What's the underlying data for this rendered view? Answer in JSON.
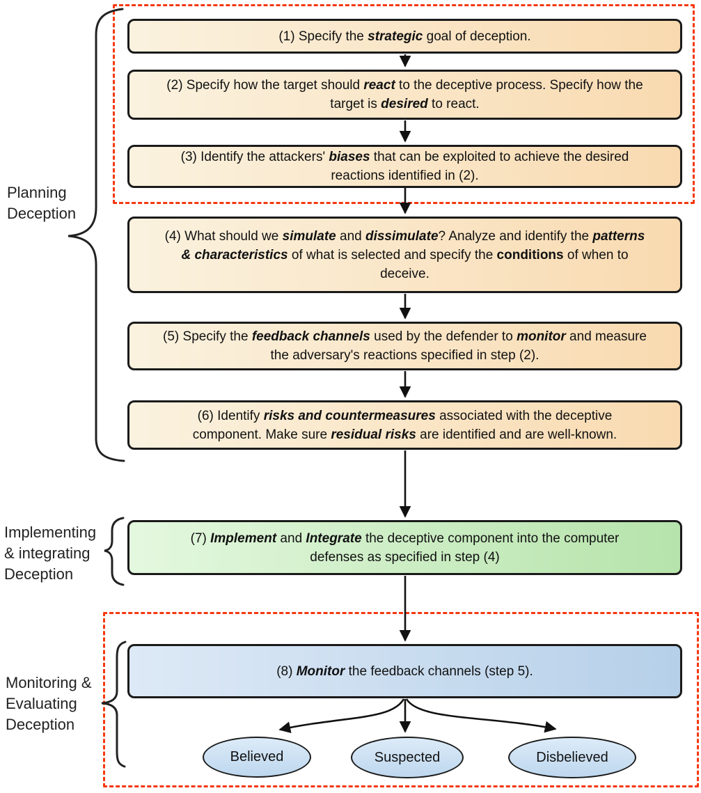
{
  "palette": {
    "box_border": "#1a1a1a",
    "red_dashed": "#f5380f",
    "orange_left": "#faf2df",
    "orange_right": "#f9dab0",
    "green_left": "#e4f8df",
    "green_right": "#b6e3ab",
    "blue_left": "#dde9f6",
    "blue_right": "#b6d0e9",
    "ellipse_top": "#dcebf8",
    "ellipse_bottom": "#bed7ee",
    "arrow_color": "#111111",
    "brace_color": "#222222"
  },
  "groups": [
    {
      "name": "planning",
      "lines": [
        "Planning",
        "Deception"
      ]
    },
    {
      "name": "implementing",
      "lines": [
        "Implementing",
        "& integrating",
        "Deception"
      ]
    },
    {
      "name": "monitoring",
      "lines": [
        "Monitoring &",
        "Evaluating",
        "Deception"
      ]
    }
  ],
  "steps": [
    {
      "id": 1,
      "color": "orange",
      "segments": [
        {
          "t": "(1) Specify the "
        },
        {
          "t": "strategic",
          "s": "bi"
        },
        {
          "t": " goal of deception."
        }
      ]
    },
    {
      "id": 2,
      "color": "orange",
      "segments": [
        {
          "t": "(2) Specify how the target should "
        },
        {
          "t": "react",
          "s": "bi"
        },
        {
          "t": " to the deceptive process. Specify how the target is "
        },
        {
          "t": "desired",
          "s": "bi"
        },
        {
          "t": " to react."
        }
      ]
    },
    {
      "id": 3,
      "color": "orange",
      "segments": [
        {
          "t": "(3) Identify the attackers' "
        },
        {
          "t": "biases",
          "s": "bi"
        },
        {
          "t": " that can be exploited to achieve the desired reactions identified in (2)."
        }
      ]
    },
    {
      "id": 4,
      "color": "orange",
      "segments": [
        {
          "t": "(4) What should we "
        },
        {
          "t": "simulate",
          "s": "bi"
        },
        {
          "t": " and "
        },
        {
          "t": "dissimulate",
          "s": "bi"
        },
        {
          "t": "? Analyze and identify the "
        },
        {
          "t": "patterns & characteristics",
          "s": "bi"
        },
        {
          "t": " of what is selected and specify the "
        },
        {
          "t": "conditions",
          "s": "b"
        },
        {
          "t": " of when to deceive."
        }
      ]
    },
    {
      "id": 5,
      "color": "orange",
      "segments": [
        {
          "t": "(5) Specify the "
        },
        {
          "t": "feedback channels",
          "s": "bi"
        },
        {
          "t": " used by the defender to "
        },
        {
          "t": "monitor",
          "s": "bi"
        },
        {
          "t": " and measure the adversary's reactions specified in step (2)."
        }
      ]
    },
    {
      "id": 6,
      "color": "orange",
      "segments": [
        {
          "t": "(6) Identify "
        },
        {
          "t": "risks and countermeasures",
          "s": "bi"
        },
        {
          "t": " associated with the deceptive component. Make sure "
        },
        {
          "t": "residual risks",
          "s": "bi"
        },
        {
          "t": " are identified and are well-known."
        }
      ]
    },
    {
      "id": 7,
      "color": "green",
      "segments": [
        {
          "t": "(7) "
        },
        {
          "t": "Implement",
          "s": "bi"
        },
        {
          "t": " and "
        },
        {
          "t": "Integrate",
          "s": "bi"
        },
        {
          "t": " the deceptive component into the computer defenses as specified in step (4)"
        }
      ]
    },
    {
      "id": 8,
      "color": "blue",
      "segments": [
        {
          "t": "(8) "
        },
        {
          "t": "Monitor",
          "s": "bi"
        },
        {
          "t": " the feedback channels (step 5)."
        }
      ]
    }
  ],
  "outcomes": [
    {
      "label": "Believed"
    },
    {
      "label": "Suspected"
    },
    {
      "label": "Disbelieved"
    }
  ]
}
